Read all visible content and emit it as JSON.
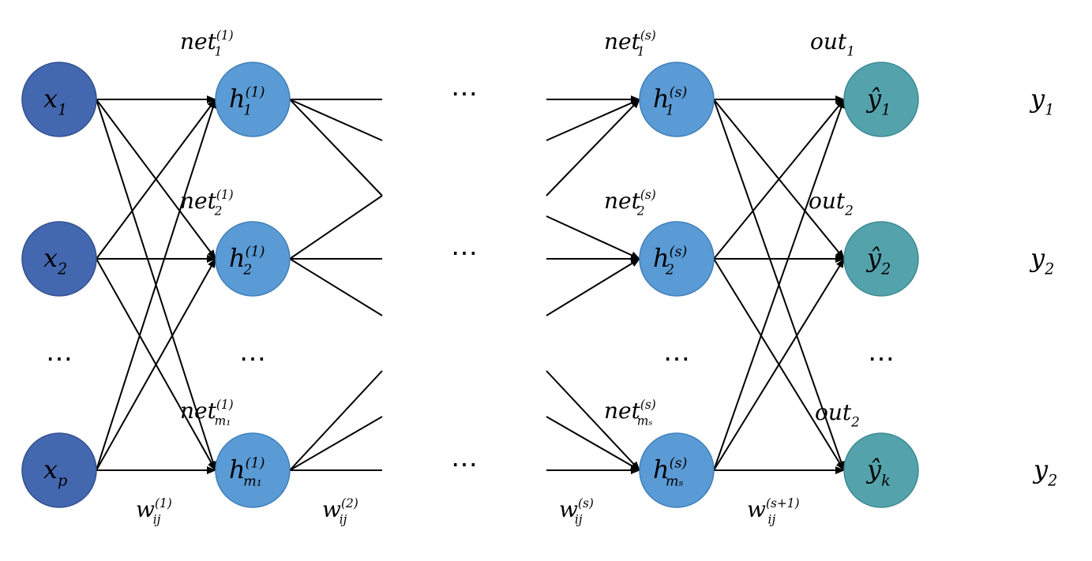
{
  "input_layer": {
    "nodes": [
      {
        "base": "x",
        "sub": "1",
        "sup": ""
      },
      {
        "base": "x",
        "sub": "2",
        "sup": ""
      },
      {
        "base": "x",
        "sub": "p",
        "sup": ""
      }
    ],
    "ellipsis": "⋯"
  },
  "first_hidden_layer": {
    "nodes": [
      {
        "base": "h",
        "sub": "1",
        "sup": "(1)"
      },
      {
        "base": "h",
        "sub": "2",
        "sup": "(1)"
      },
      {
        "base": "h",
        "sub": "m₁",
        "sup": "(1)"
      }
    ],
    "net_labels": [
      {
        "base": "net",
        "sub": "1",
        "sup": "(1)"
      },
      {
        "base": "net",
        "sub": "2",
        "sup": "(1)"
      },
      {
        "base": "net",
        "sub": "m₁",
        "sup": "(1)"
      }
    ],
    "ellipsis": "⋯"
  },
  "middle_ellipses": [
    "⋯",
    "⋯",
    "⋯"
  ],
  "last_hidden_layer": {
    "nodes": [
      {
        "base": "h",
        "sub": "1",
        "sup": "(s)"
      },
      {
        "base": "h",
        "sub": "2",
        "sup": "(s)"
      },
      {
        "base": "h",
        "sub": "mₛ",
        "sup": "(s)"
      }
    ],
    "net_labels": [
      {
        "base": "net",
        "sub": "1",
        "sup": "(s)"
      },
      {
        "base": "net",
        "sub": "2",
        "sup": "(s)"
      },
      {
        "base": "net",
        "sub": "mₛ",
        "sup": "(s)"
      }
    ],
    "ellipsis": "⋯"
  },
  "output_layer": {
    "nodes": [
      {
        "base": "ŷ",
        "sub": "1",
        "sup": ""
      },
      {
        "base": "ŷ",
        "sub": "2",
        "sup": ""
      },
      {
        "base": "ŷ",
        "sub": "k",
        "sup": ""
      }
    ],
    "out_labels": [
      {
        "base": "out",
        "sub": "1",
        "sup": ""
      },
      {
        "base": "out",
        "sub": "2",
        "sup": ""
      },
      {
        "base": "out",
        "sub": "2",
        "sup": ""
      }
    ],
    "ellipsis": "⋯"
  },
  "targets": [
    {
      "base": "y",
      "sub": "1",
      "sup": ""
    },
    {
      "base": "y",
      "sub": "2",
      "sup": ""
    },
    {
      "base": "y",
      "sub": "2",
      "sup": ""
    }
  ],
  "weights": [
    {
      "base": "w",
      "sub": "ij",
      "sup": "(1)"
    },
    {
      "base": "w",
      "sub": "ij",
      "sup": "(2)"
    },
    {
      "base": "w",
      "sub": "ij",
      "sup": "(s)"
    },
    {
      "base": "w",
      "sub": "ij",
      "sup": "(s+1)"
    }
  ],
  "colors": {
    "input_node": "#4468b0",
    "hidden_node": "#5b9bd5",
    "output_node": "#54a3ac"
  }
}
